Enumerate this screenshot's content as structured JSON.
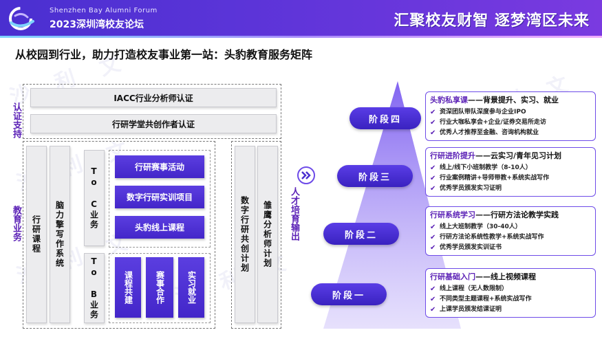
{
  "header": {
    "forum_en": "Shenzhen  Bay Alumni  Forum",
    "forum_cn": "2023深圳湾校友论坛",
    "slogan": "汇聚校友财智  逐梦湾区未来",
    "logo_icon": "swirl-logo-icon",
    "colors": {
      "primary": "#4a2fd0",
      "accent": "#7a3ae0"
    }
  },
  "title": "从校园到行业，助力打造校友事业第一站：头豹教育服务矩阵",
  "watermark": "沙 利 文",
  "left": {
    "cert_label": "认证支持",
    "edu_label": "教育业务",
    "cert_bars": [
      "IACC行业分析师认证",
      "行研学堂共创作者认证"
    ],
    "col_courses": "行研课程",
    "col_system": "脑力擎写作系统",
    "toc_label": "To C业务",
    "toc_items": [
      "行研赛事活动",
      "数字行研实训项目",
      "头豹线上课程"
    ],
    "tob_label": "To B业务",
    "tob_items": [
      "课程共建",
      "赛事合作",
      "实习就业"
    ],
    "col_digital": "数字行研共创计划",
    "col_eagle": "雏鹰分析师计划"
  },
  "talent_label": "人才培育输出",
  "arrow_icon": "double-chevron-right-icon",
  "stages": [
    {
      "pill": "阶段四",
      "head_main": "头豹私享课",
      "head_rest": "——背景提升、实习、就业",
      "items": [
        "资深团队带队深度参与企业IPO",
        "行业大咖私享会+企业/证券交易所走访",
        "优秀人才推荐至金融、咨询机构就业"
      ]
    },
    {
      "pill": "阶段三",
      "head_main": "行研进阶提升",
      "head_rest": "——云实习/青年见习计划",
      "items": [
        "线上/线下小班制教学（8-10人）",
        "行业案例精讲+导师带教+系统实战写作",
        "优秀学员颁发实习证明"
      ]
    },
    {
      "pill": "阶段二",
      "head_main": "行研系统学习",
      "head_rest": "——行研方法论教学实践",
      "items": [
        "线上大班制教学（30-40人）",
        "行研方法论系统性教学+系统实战写作",
        "优秀学员颁发实训证书"
      ]
    },
    {
      "pill": "阶段一",
      "head_main": "行研基础入门",
      "head_rest": "——线上视频课程",
      "items": [
        "线上课程（无人数限制）",
        "不同类型主题课程+系统实战写作",
        "上课学员颁发结课证明"
      ]
    }
  ],
  "check_icon": "check-icon"
}
